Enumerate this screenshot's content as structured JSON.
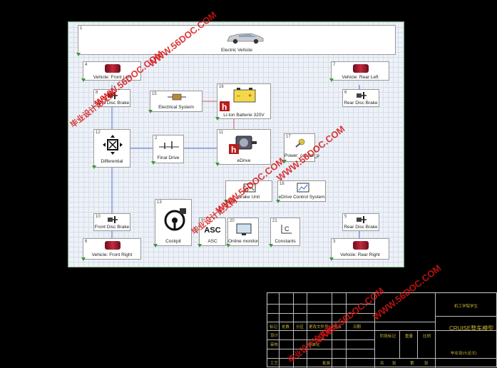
{
  "blocks": {
    "ev": {
      "num": "1",
      "label": "Electric Vehicle"
    },
    "vfl": {
      "num": "4",
      "label": "Vehicle: Front Left"
    },
    "vrl": {
      "num": "7",
      "label": "Vehicle: Rear Left"
    },
    "fdb1": {
      "num": "8",
      "label": "Front Disc Brake"
    },
    "rdb1": {
      "num": "6",
      "label": "Rear Disc Brake"
    },
    "es": {
      "num": "15",
      "label": "Electrical System"
    },
    "bat": {
      "num": "16",
      "label": "Li-Ion Batterie 320V"
    },
    "diff": {
      "num": "12",
      "label": "Differential"
    },
    "fd": {
      "num": "2",
      "label": "Final Drive"
    },
    "ed": {
      "num": "11",
      "label": "eDrive"
    },
    "ctl": {
      "num": "17",
      "label": "Power_control_p"
    },
    "br": {
      "num": "",
      "label": "Brake Unit"
    },
    "edcs": {
      "num": "18",
      "label": "eDrive Control System"
    },
    "fdb2": {
      "num": "10",
      "label": "Front Disc Brake"
    },
    "ck": {
      "num": "13",
      "label": "Cockpit"
    },
    "asc": {
      "num": "9",
      "label": "ASC",
      "icon_text": "ASC"
    },
    "om": {
      "num": "20",
      "label": "Online monitor"
    },
    "cst": {
      "num": "21",
      "label": "Constants"
    },
    "rdb2": {
      "num": "5",
      "label": "Rear Disc Brake"
    },
    "vfr": {
      "num": "6",
      "label": "Vehicle: Front Right"
    },
    "vrr": {
      "num": "3",
      "label": "Vehicle: Rear Right"
    }
  },
  "title_block": {
    "school": "机工学院学生",
    "drawing_title": "CRUISE整车模型",
    "subtitle": "毕业设计(论文)",
    "grid_labels": [
      "标记",
      "处数",
      "分区",
      "更改文件号",
      "签名",
      "日期"
    ],
    "row_labels": [
      "设计",
      "审核",
      "工艺",
      "标准化",
      "批准"
    ],
    "stage_label": "阶段标记",
    "weight_label": "重量",
    "scale_label": "比例",
    "sheet_row": [
      "共",
      "张",
      "第",
      "张"
    ]
  },
  "watermarks": [
    "毕业设计论文网",
    "WWW.56DOC.COM"
  ],
  "colors": {
    "wire_blue": "#4a6fd1",
    "wire_red": "#d06060",
    "port_green": "#3a9a3a",
    "watermark": "#d61616",
    "title_text": "#c9b53a"
  }
}
